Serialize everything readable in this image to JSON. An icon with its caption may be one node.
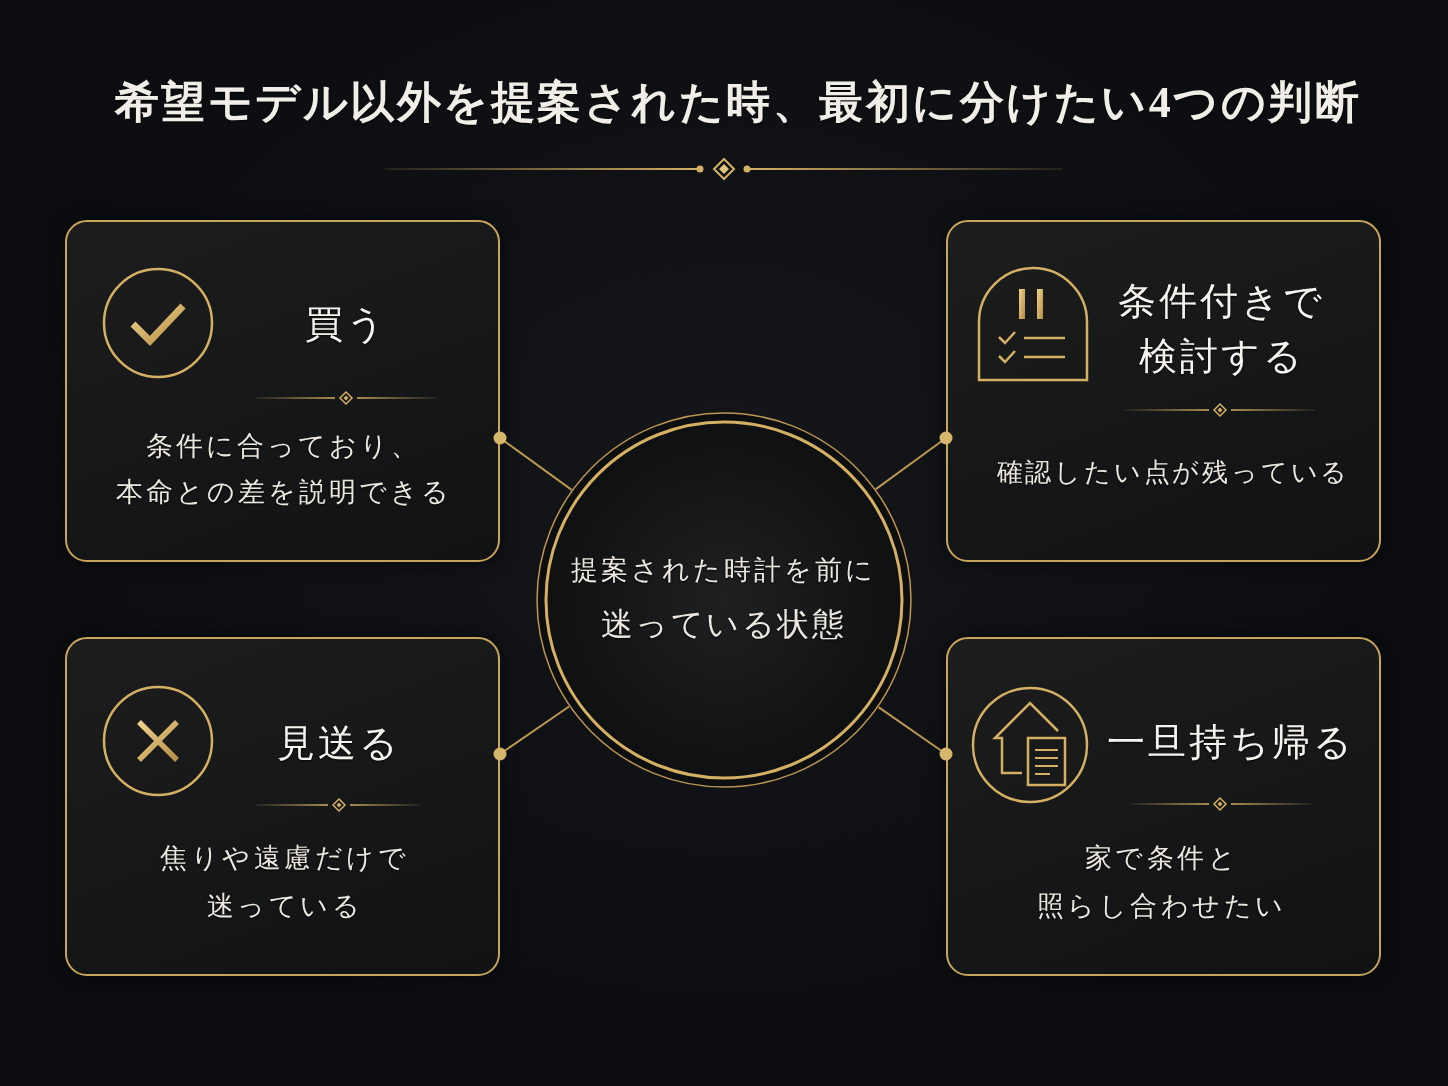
{
  "diagram": {
    "title": "希望モデル以外を提案された時、最初に分けたい4つの判断",
    "nodes": [
      {
        "text": [
          "買う",
          "条件に合っており、本命との差を説明できる"
        ]
      },
      {
        "text": [
          "条件付きで検討する",
          "確認したい点が残っている"
        ]
      },
      {
        "text": [
          "提案された時計を前に",
          "迷っている状態"
        ]
      },
      {
        "text": [
          "見送る",
          "焦りや遠慮だけで迷っている"
        ]
      },
      {
        "text": [
          "一旦持ち帰る",
          "家で条件と照らし合わせたい"
        ]
      }
    ],
    "edges": [
      {
        "from": 2,
        "to": 0,
        "arrow": "other"
      },
      {
        "from": 2,
        "to": 1,
        "arrow": "other"
      },
      {
        "from": 2,
        "to": 3,
        "arrow": "other"
      },
      {
        "from": 2,
        "to": 4,
        "arrow": "other"
      }
    ]
  }
}
